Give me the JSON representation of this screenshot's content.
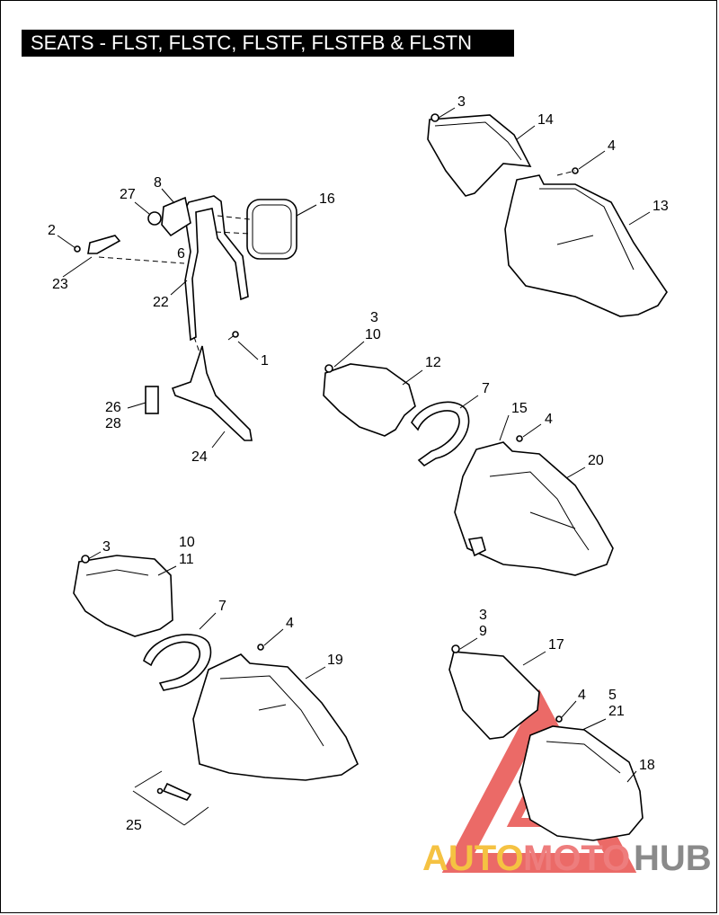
{
  "title": "SEATS - FLST, FLSTC, FLSTF, FLSTFB & FLSTN",
  "callouts": {
    "c1": "1",
    "c2": "2",
    "c3a": "3",
    "c3b": "3",
    "c3c": "3",
    "c3d": "3",
    "c4a": "4",
    "c4b": "4",
    "c4c": "4",
    "c4d": "4",
    "c5": "5",
    "c6": "6",
    "c7a": "7",
    "c7b": "7",
    "c8": "8",
    "c9": "9",
    "c10a": "10",
    "c10b": "10",
    "c11": "11",
    "c12": "12",
    "c13": "13",
    "c14": "14",
    "c15": "15",
    "c16": "16",
    "c17": "17",
    "c18": "18",
    "c19": "19",
    "c20": "20",
    "c21": "21",
    "c22": "22",
    "c23": "23",
    "c24": "24",
    "c25": "25",
    "c26": "26",
    "c27": "27",
    "c28": "28"
  },
  "watermark": {
    "part1": "AUTO",
    "part2": "MOTO",
    "part3": "HUB",
    "colors": {
      "auto": "#f5c242",
      "moto": "#ee7d7d",
      "hub": "#8a8a8a",
      "triangle": "#e53935"
    }
  }
}
